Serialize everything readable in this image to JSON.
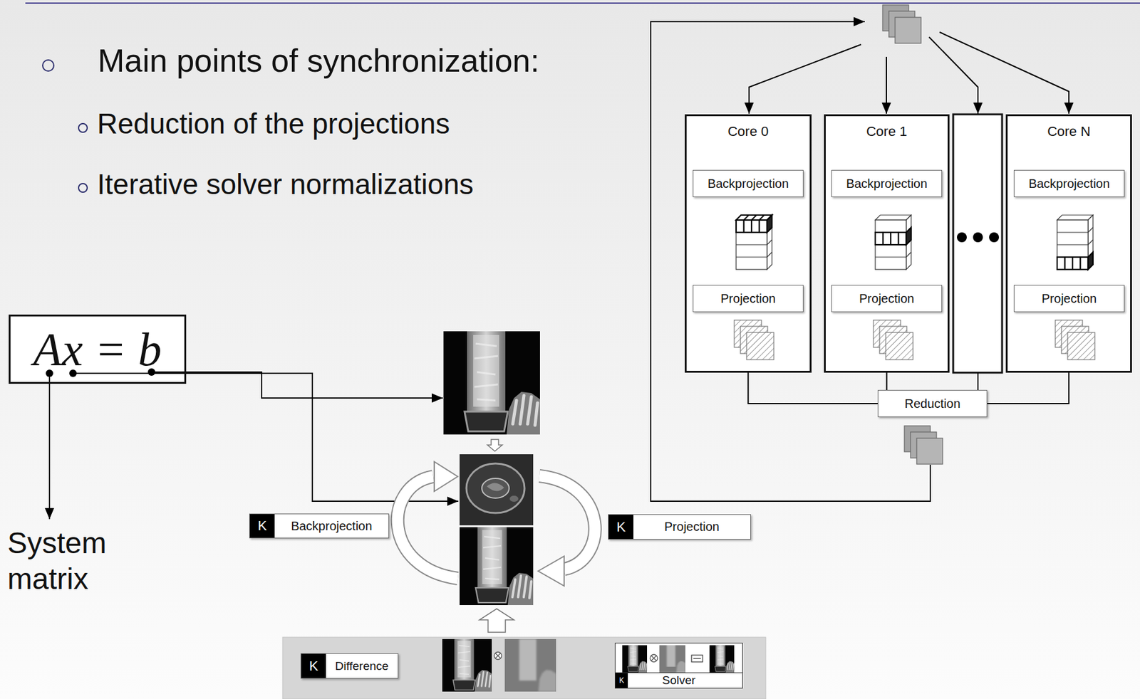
{
  "diagram": {
    "nodes": [
      {
        "text": [
          "Core 0"
        ]
      },
      {
        "text": [
          "Backprojection"
        ],
        "in": 0
      },
      {
        "text": [
          "Projection"
        ],
        "in": 0
      },
      {
        "text": [
          "Core 1"
        ]
      },
      {
        "text": [
          "Backprojection"
        ],
        "in": 3
      },
      {
        "text": [
          "Projection"
        ],
        "in": 3
      },
      {
        "text": [
          "Core N"
        ]
      },
      {
        "text": [
          "Backprojection"
        ],
        "in": 6
      },
      {
        "text": [
          "Projection"
        ],
        "in": 6
      },
      {
        "text": [
          "Reduction"
        ]
      },
      {
        "text": [
          "Ax = b"
        ]
      },
      {
        "text": [
          "K",
          "Backprojection"
        ]
      },
      {
        "text": [
          "K",
          "Projection"
        ]
      },
      {
        "text": [
          "K",
          "Difference"
        ]
      },
      {
        "text": [
          "K",
          "Solver"
        ]
      }
    ],
    "edges": [
      {
        "from": 0,
        "to": 9,
        "arrow": "none"
      },
      {
        "from": 3,
        "to": 9,
        "arrow": "none"
      },
      {
        "from": 6,
        "to": 9,
        "arrow": "none"
      }
    ],
    "labels": [
      "Main points of synchronization:",
      "Reduction of the projections",
      "Iterative solver normalizations",
      "System matrix"
    ]
  }
}
